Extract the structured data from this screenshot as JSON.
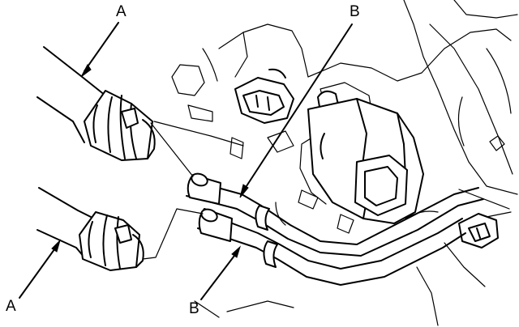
{
  "labels": {
    "a_top": "A",
    "b_top": "B",
    "a_bottom": "A",
    "b_bottom": "B"
  },
  "colors": {
    "ink": "#000000",
    "paper": "#ffffff"
  }
}
